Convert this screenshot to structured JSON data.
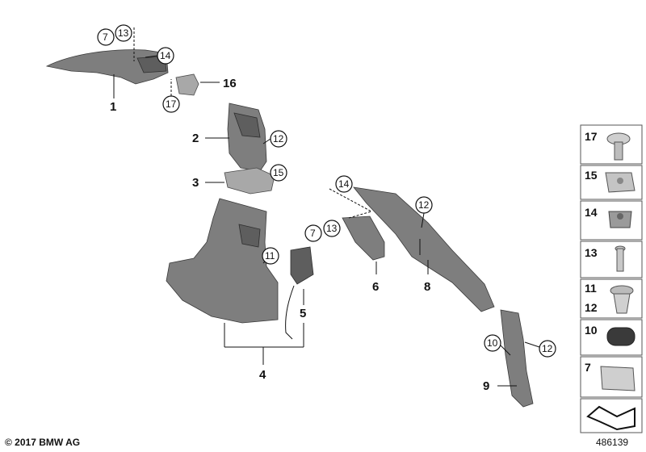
{
  "callouts": {
    "c1": "1",
    "c2": "2",
    "c3": "3",
    "c4": "4",
    "c5": "5",
    "c6": "6",
    "c7a": "7",
    "c7b": "7",
    "c8": "8",
    "c9": "9",
    "c10": "10",
    "c11": "11",
    "c12a": "12",
    "c12b": "12",
    "c12c": "12",
    "c13a": "13",
    "c13b": "13",
    "c14a": "14",
    "c14b": "14",
    "c15": "15",
    "c16": "16",
    "c17": "17"
  },
  "legend": [
    {
      "num": "17",
      "icon": "screw-icon"
    },
    {
      "num": "15",
      "icon": "clip-nut-icon"
    },
    {
      "num": "14",
      "icon": "expanding-nut-icon"
    },
    {
      "num": "13",
      "icon": "bolt-icon"
    },
    {
      "num": "11\n12",
      "icon": "expanding-rivet-icon"
    },
    {
      "num": "10",
      "icon": "plug-icon"
    },
    {
      "num": "7",
      "icon": "badge-icon"
    },
    {
      "num": "",
      "icon": "arrow-plate-icon"
    }
  ],
  "footer": {
    "copyright": "© 2017 BMW AG",
    "diagram_id": "486139"
  }
}
